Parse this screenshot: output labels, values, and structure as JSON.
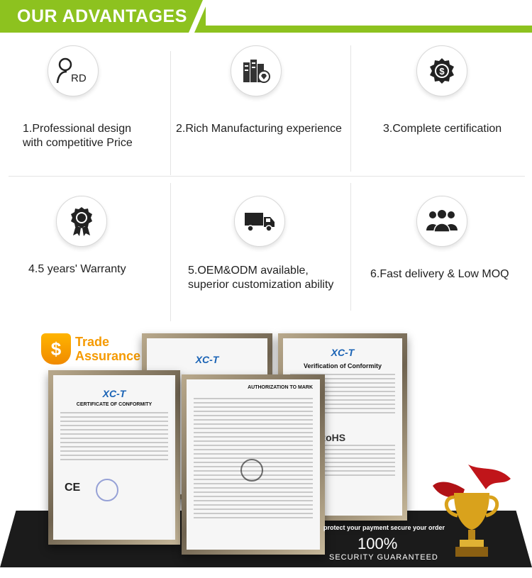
{
  "header": {
    "title": "OUR ADVANTAGES"
  },
  "advantages": [
    {
      "icon": "rd-person-icon",
      "line1": "1.Professional design",
      "line2": "with competitive Price"
    },
    {
      "icon": "factory-icon",
      "line1": "2.Rich Manufacturing experience",
      "line2": ""
    },
    {
      "icon": "certificate-coin-icon",
      "line1": "3.Complete certification",
      "line2": ""
    },
    {
      "icon": "warranty-ribbon-icon",
      "line1": "4.5 years' Warranty",
      "line2": ""
    },
    {
      "icon": "delivery-truck-icon",
      "line1": "5.OEM&ODM available,",
      "line2": "superior customization ability"
    },
    {
      "icon": "people-group-icon",
      "line1": "6.Fast delivery & Low MOQ",
      "line2": ""
    }
  ],
  "rd_label": "RD",
  "trade": {
    "line1": "Trade",
    "line2": "Assurance",
    "shield_symbol": "$"
  },
  "certificates": {
    "brand": "XC-T",
    "certificate_of_conformity": "CERTIFICATE OF CONFORMITY",
    "authorization": "AUTHORIZATION TO MARK",
    "verification": "Verification of Conformity",
    "ce_mark": "CE",
    "rohs_mark": "RoHS"
  },
  "guarantee": {
    "protect": "protect your payment secure your order",
    "percent": "100%",
    "text": "SECURITY GUARANTEED"
  },
  "colors": {
    "accent": "#8dc21f",
    "trade": "#f59a00",
    "floor": "#1b1b1b"
  }
}
